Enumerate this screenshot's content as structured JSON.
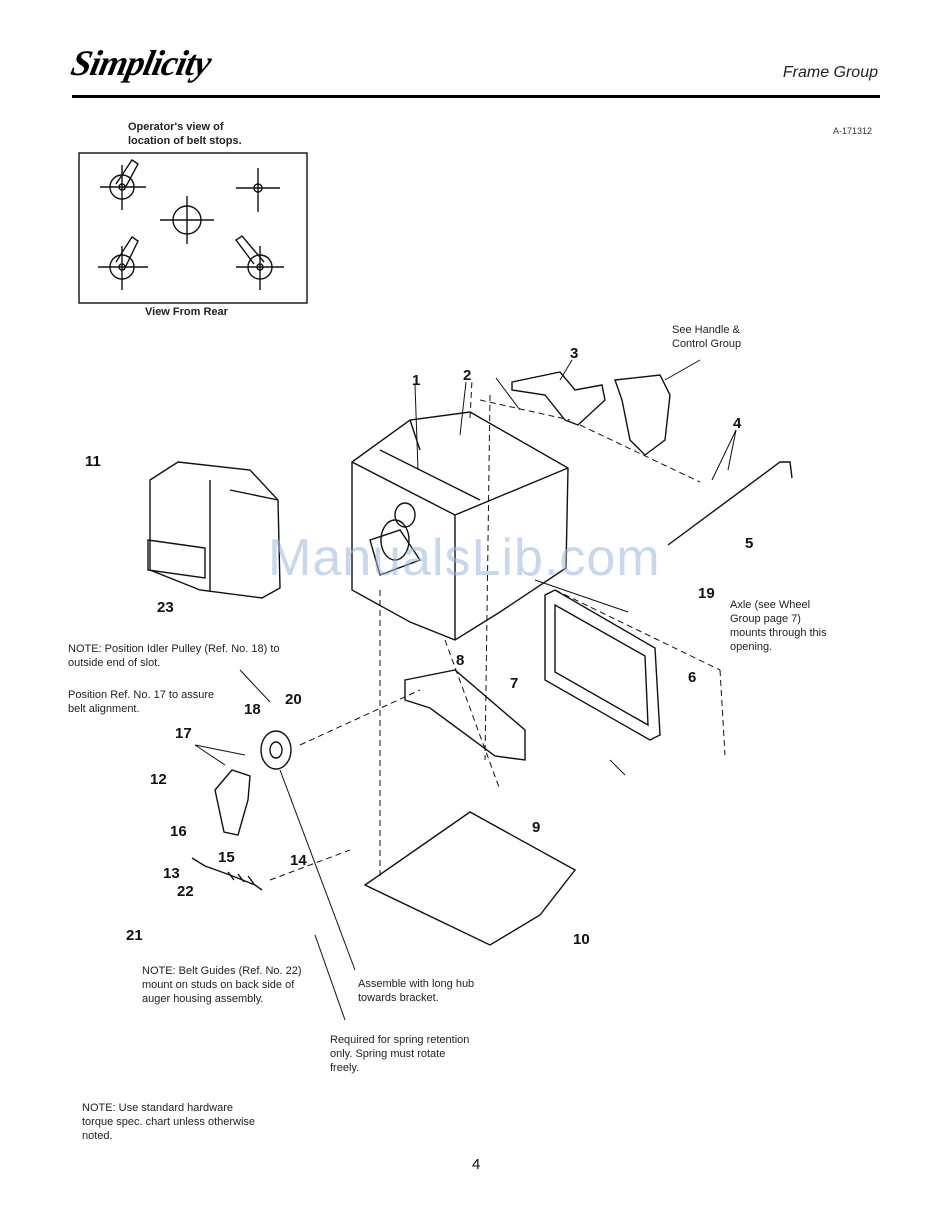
{
  "header": {
    "brand": "Simplicity",
    "section": "Frame Group",
    "ref_code": "A-171312"
  },
  "inset": {
    "caption": "Operator's view of location of belt stops.",
    "view_label": "View From Rear"
  },
  "callouts": {
    "handle_group": "See Handle & Control Group",
    "axle_note": "Axle (see Wheel Group page 7) mounts through this opening.",
    "idler_note": "NOTE: Position Idler Pulley (Ref. No. 18) to outside end of slot.",
    "pos17_note": "Position Ref. No. 17 to assure belt alignment.",
    "belt_guides_note": "NOTE: Belt Guides (Ref. No. 22) mount on studs on back side of auger housing assembly.",
    "assemble_note": "Assemble with long hub towards bracket.",
    "spring_note": "Required for spring retention only. Spring must rotate freely.",
    "hardware_note": "NOTE: Use standard hardware torque spec. chart unless otherwise noted."
  },
  "parts": [
    "1",
    "2",
    "3",
    "4",
    "5",
    "6",
    "7",
    "8",
    "9",
    "10",
    "11",
    "12",
    "13",
    "14",
    "15",
    "16",
    "17",
    "18",
    "19",
    "20",
    "21",
    "22",
    "23"
  ],
  "watermark": "ManualsLib.com",
  "page_number": "4"
}
